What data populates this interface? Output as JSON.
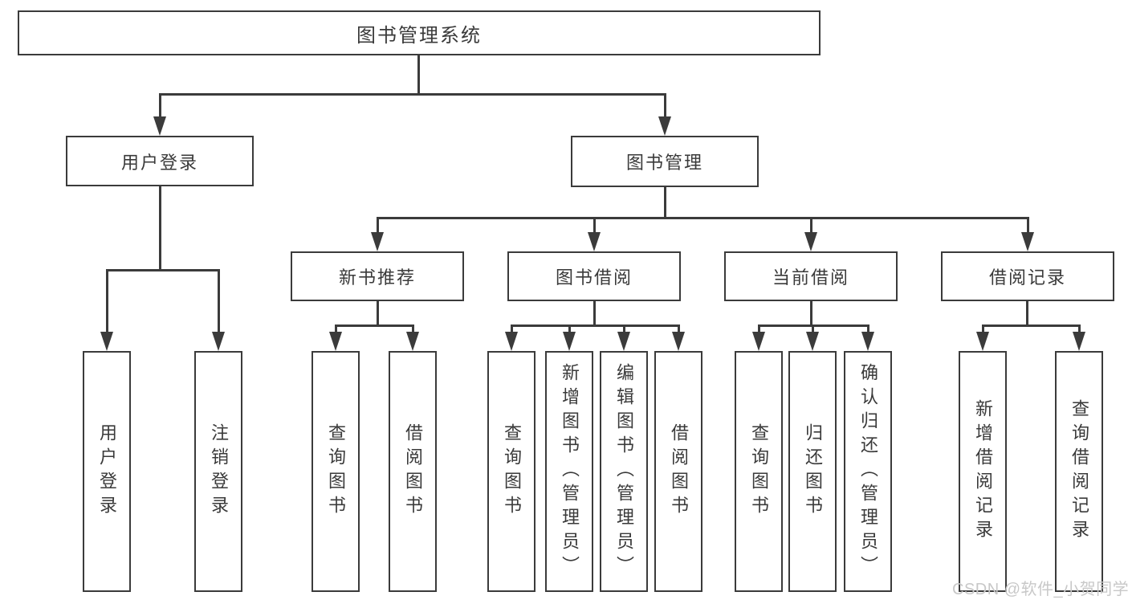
{
  "diagram_title": "图书管理系统",
  "tree": {
    "label": "图书管理系统",
    "children": [
      {
        "label": "用户登录",
        "children": [
          {
            "label": "用户登录"
          },
          {
            "label": "注销登录"
          }
        ]
      },
      {
        "label": "图书管理",
        "children": [
          {
            "label": "新书推荐",
            "children": [
              {
                "label": "查询图书"
              },
              {
                "label": "借阅图书"
              }
            ]
          },
          {
            "label": "图书借阅",
            "children": [
              {
                "label": "查询图书"
              },
              {
                "label": "新增图书（管理员）"
              },
              {
                "label": "编辑图书（管理员）"
              },
              {
                "label": "借阅图书"
              }
            ]
          },
          {
            "label": "当前借阅",
            "children": [
              {
                "label": "查询图书"
              },
              {
                "label": "归还图书"
              },
              {
                "label": "确认归还（管理员）"
              }
            ]
          },
          {
            "label": "借阅记录",
            "children": [
              {
                "label": "新增借阅记录"
              },
              {
                "label": "查询借阅记录"
              }
            ]
          }
        ]
      }
    ]
  },
  "watermark": {
    "text": "CSDN @软件_小贺同学"
  },
  "colors": {
    "line": "#3b3b3b",
    "text": "#3a3a3a",
    "watermark": "#c8c8c8",
    "background": "#ffffff"
  }
}
